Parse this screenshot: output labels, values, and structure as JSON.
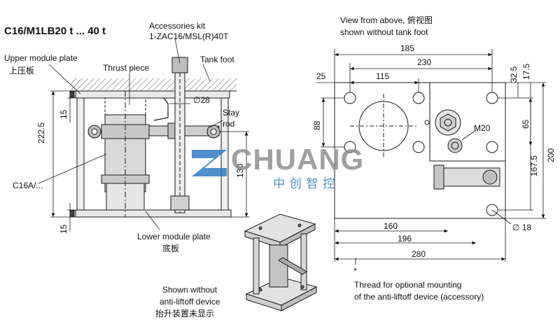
{
  "title": "C16/M1LB20 t ... 40 t",
  "labels": {
    "accessories_kit_line1": "Accessories kit",
    "accessories_kit_line2": "1-ZAC16/MSL(R)40T",
    "upper_module_plate_en": "Upper module plate",
    "upper_module_plate_cn": "上压板",
    "thrust_piece": "Thrust piece",
    "tank_foot": "Tank foot",
    "stay_rod_line1": "Stay",
    "stay_rod_line2": "rod",
    "c16a": "C16A/...",
    "lower_module_plate_en": "Lower module plate",
    "lower_module_plate_cn": "底板",
    "view_from_above": "View from above, 俯视图",
    "shown_without_tank_foot": "shown without tank foot",
    "m20": "M20",
    "star": "*",
    "thread_note_line1": "Thread for optional mounting",
    "thread_note_line2": "of the anti-liftoff device (accessory)",
    "no_antiliftoff_line1": "Shown without",
    "no_antiliftoff_line2": "anti-liftoff device",
    "no_antiliftoff_cn": "抬升装置未显示"
  },
  "dimensions_side": {
    "d_222_5": "222.5",
    "d_15_top": "15",
    "d_15_bottom": "15",
    "d_130": "130",
    "dia_28": "∅28"
  },
  "dimensions_top": {
    "d_185": "185",
    "d_230": "230",
    "d_115": "115",
    "d_25": "25",
    "d_88": "88",
    "d_32_5": "32.5",
    "d_17_5": "17.5",
    "d_65": "65",
    "d_167_5": "167.5",
    "d_200": "200",
    "d_160": "160",
    "d_196": "196",
    "d_280": "280",
    "dia_18": "∅ 18"
  },
  "watermark": {
    "brand": "CHUANG",
    "cn": "中 创 智 控",
    "colors": {
      "blue": "#2b78c2",
      "gray": "#8c8c8c"
    }
  },
  "colors": {
    "line": "#1a1a1a",
    "fill_gray": "#d4d4d4",
    "hatch": "#555555"
  }
}
